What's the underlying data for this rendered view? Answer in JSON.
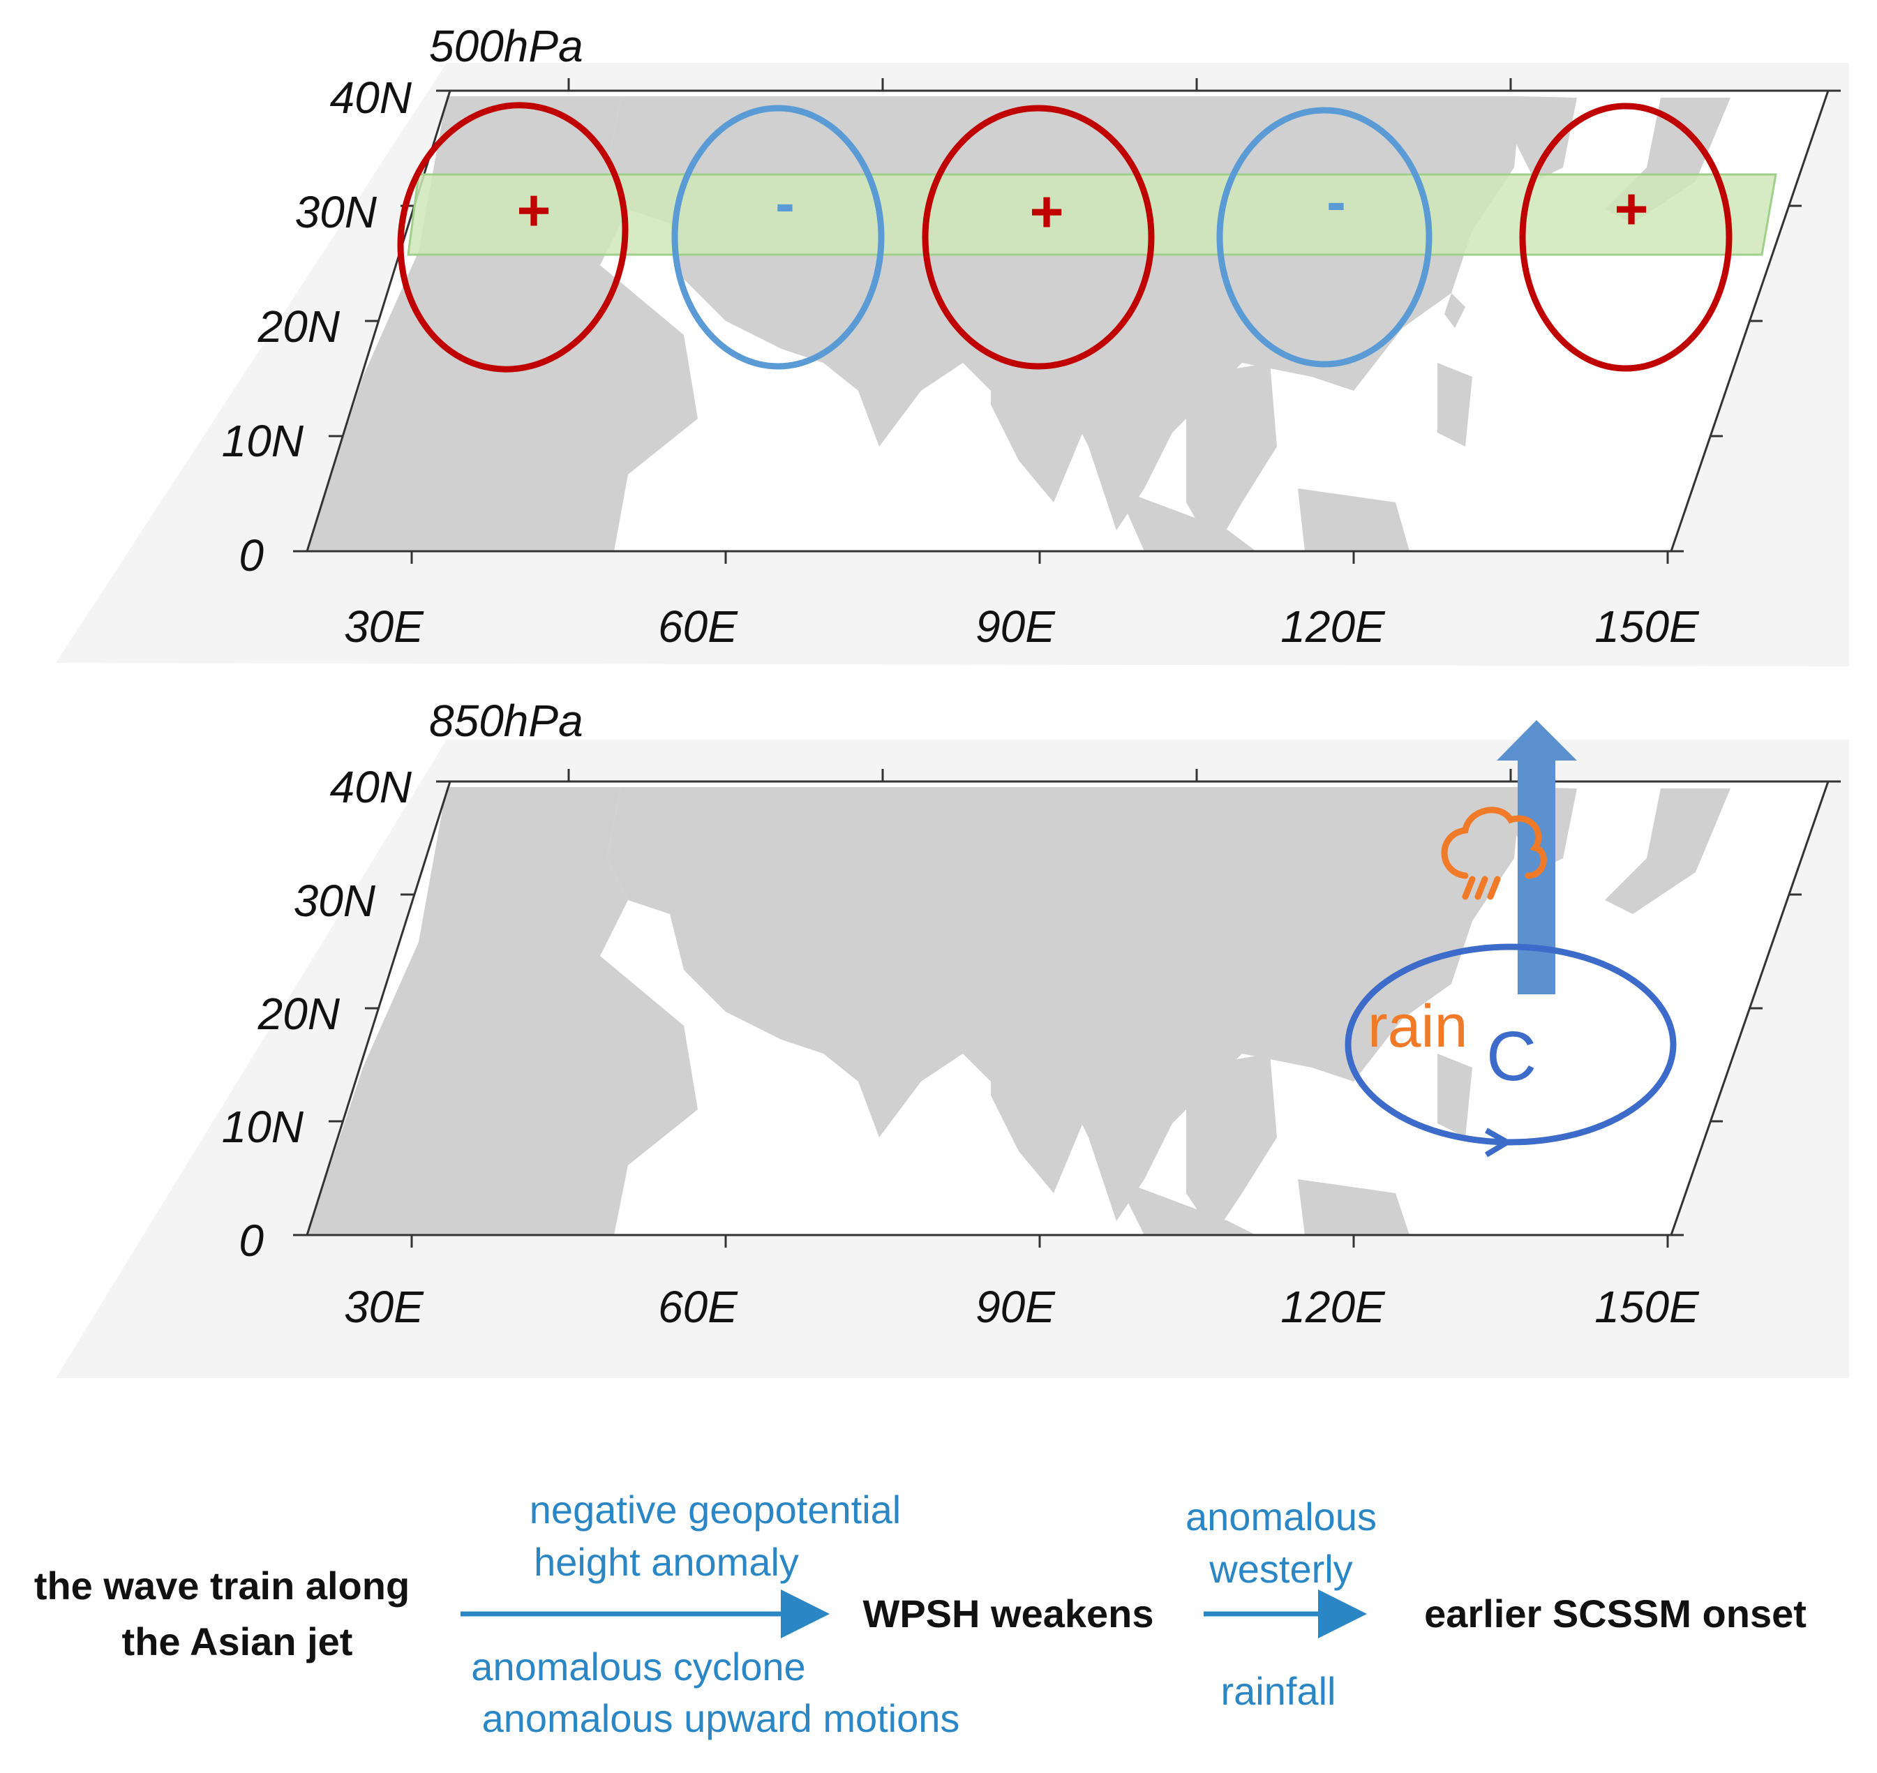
{
  "panels": {
    "top": {
      "title": "500hPa",
      "lat_labels": [
        "40N",
        "30N",
        "20N",
        "10N",
        "0"
      ],
      "lon_labels": [
        "30E",
        "60E",
        "90E",
        "120E",
        "150E"
      ],
      "anomalies": [
        {
          "sign": "+",
          "color": "#c00000"
        },
        {
          "sign": "-",
          "color": "#5a9bd5"
        },
        {
          "sign": "+",
          "color": "#c00000"
        },
        {
          "sign": "-",
          "color": "#5a9bd5"
        },
        {
          "sign": "+",
          "color": "#c00000"
        }
      ],
      "jet_band_color": "#cfe8b8"
    },
    "bottom": {
      "title": "850hPa",
      "lat_labels": [
        "40N",
        "30N",
        "20N",
        "10N",
        "0"
      ],
      "lon_labels": [
        "30E",
        "60E",
        "90E",
        "120E",
        "150E"
      ],
      "cyclone_label": "C",
      "rain_label": "rain",
      "rain_icon": "rain-cloud-icon",
      "arrow_icon": "up-arrow-icon",
      "cyclone_color": "#3d6bc9",
      "rain_color": "#f07a28"
    }
  },
  "flow": {
    "source": [
      "the wave train along",
      "the Asian jet"
    ],
    "arrow1_above": [
      "negative geopotential",
      "height  anomaly"
    ],
    "arrow1_below": [
      "anomalous cyclone",
      "anomalous upward motions"
    ],
    "middle": "WPSH weakens",
    "arrow2_above": [
      "anomalous",
      "westerly"
    ],
    "arrow2_below": "rainfall",
    "target": "earlier SCSSM onset"
  },
  "colors": {
    "land": "#d0d0d0",
    "ocean": "#ffffff",
    "flow_blue": "#2a86c4",
    "positive": "#c00000",
    "negative": "#5a9bd5"
  }
}
